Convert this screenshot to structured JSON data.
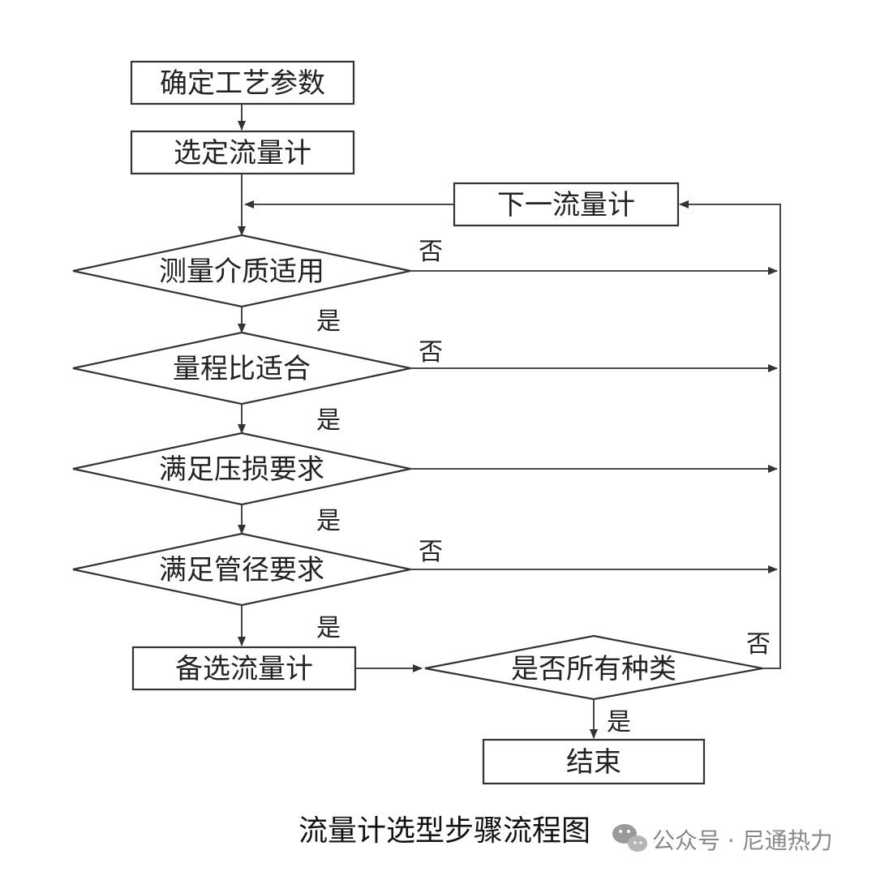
{
  "diagram": {
    "nodes": {
      "determine_params": "确定工艺参数",
      "select_meter": "选定流量计",
      "next_meter": "下一流量计",
      "medium_ok": "测量介质适用",
      "range_ok": "量程比适合",
      "pressure_ok": "满足压损要求",
      "pipe_ok": "满足管径要求",
      "candidate": "备选流量计",
      "all_types": "是否所有种类",
      "end": "结束"
    },
    "edge_labels": {
      "yes": "是",
      "no": "否"
    }
  },
  "caption": "流量计选型步骤流程图",
  "watermark": {
    "icon": "wechat-icon",
    "text": "公众号 · 尼通热力"
  }
}
